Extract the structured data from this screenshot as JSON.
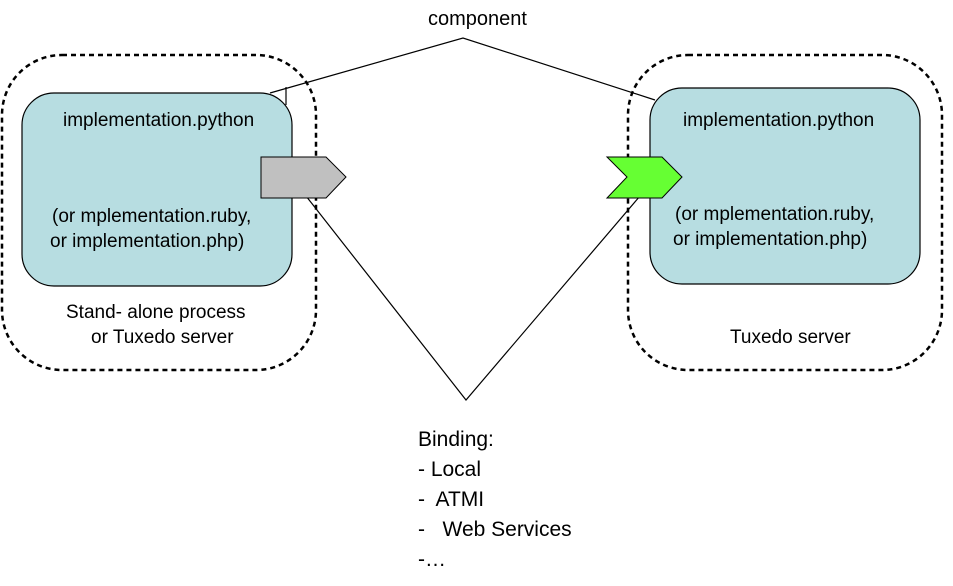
{
  "component_label": "component",
  "left_box": {
    "impl": "implementation.python",
    "alt_line1": "(or mplementation.ruby,",
    "alt_line2": "or implementation.php)",
    "container_line1": "Stand- alone process",
    "container_line2": "or Tuxedo server",
    "arrow_color": "#c0c0c0"
  },
  "right_box": {
    "impl": "implementation.python",
    "alt_line1": "(or mplementation.ruby,",
    "alt_line2": "or implementation.php)",
    "container_label": "Tuxedo server",
    "arrow_color": "#66ff33"
  },
  "component_fill": "#b7dde1",
  "binding": {
    "title": "Binding:",
    "items": [
      "- Local",
      "-  ATMI",
      "-   Web Services",
      "-…"
    ]
  }
}
